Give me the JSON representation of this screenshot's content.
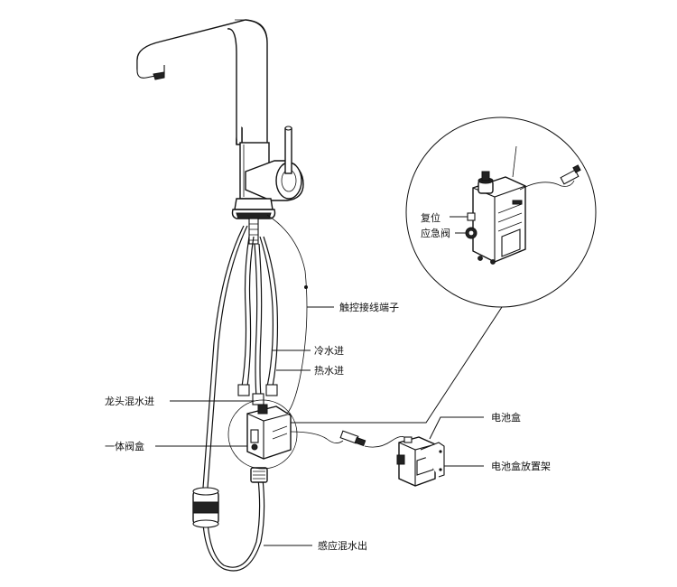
{
  "labels": {
    "reset": "复位",
    "emergency_valve": "应急阀",
    "touch_terminal": "触控接线端子",
    "cold_in": "冷水进",
    "hot_in": "热水进",
    "faucet_mix_in": "龙头混水进",
    "valve_box": "一体阀盒",
    "battery_box": "电池盒",
    "battery_rack": "电池盒放置架",
    "sensor_mix_out": "感应混水出"
  }
}
